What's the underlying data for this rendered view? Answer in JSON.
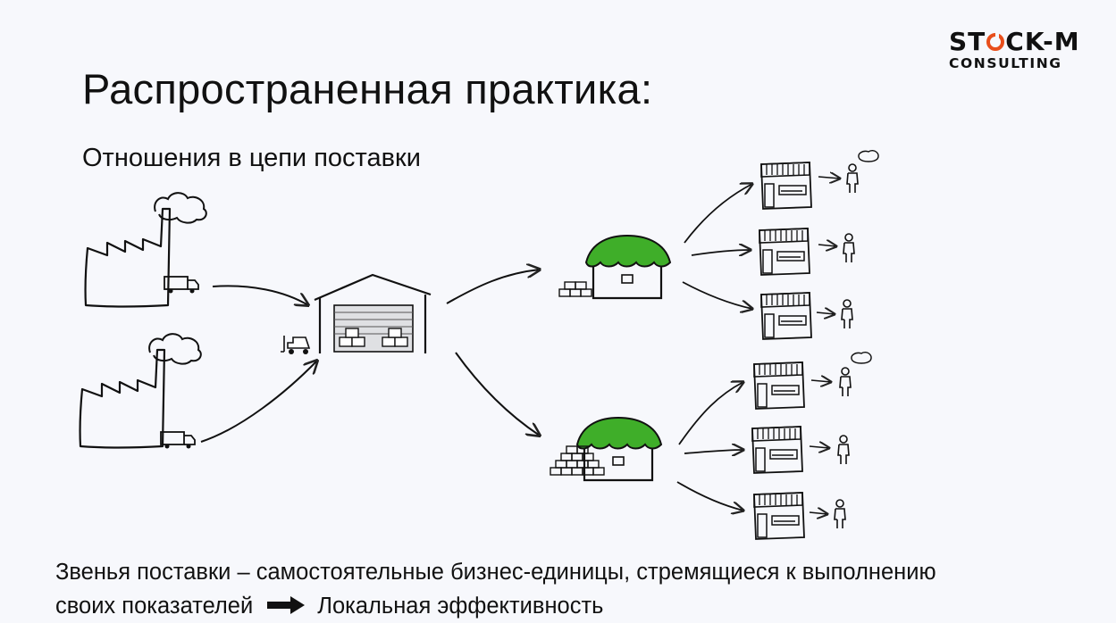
{
  "slide": {
    "title": "Распространенная практика:",
    "subtitle": "Отношения в цепи поставки"
  },
  "logo": {
    "top_part1": "ST",
    "top_part2": "CK-M",
    "bottom": "CONSULTING",
    "accent_color": "#e84e1b"
  },
  "diagram": {
    "icons": [
      "factory-icon",
      "truck-icon",
      "warehouse-icon",
      "forklift-icon",
      "store-icon",
      "shop-icon",
      "customer-icon",
      "boxes-icon"
    ],
    "store_roof_color": "#3fae29"
  },
  "footer": {
    "line1": "Звенья поставки – самостоятельные бизнес-единицы, стремящиеся к выполнению",
    "line2_left": "своих показателей",
    "line2_right": "Локальная эффективность"
  }
}
